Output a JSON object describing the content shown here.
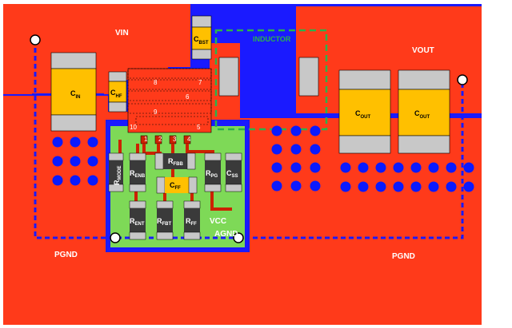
{
  "colors": {
    "background": "#ffffff",
    "top_copper": "#ff3a1a",
    "top_copper_dark": "#e8201a",
    "bottom_copper": "#1a1aff",
    "agnd_fill": "#7ed957",
    "pad_yellow": "#ffc000",
    "pad_gray": "#c8c8c8",
    "resistor_body": "#3a3a3a",
    "via": "#0a1aff",
    "keepout": "#2bb24c",
    "trace": "#cc2200"
  },
  "nets": {
    "vin": "VIN",
    "vout": "VOUT",
    "pgnd_left": "PGND",
    "pgnd_right": "PGND",
    "agnd": "AGND",
    "vcc": "VCC",
    "inductor": "INDUCTOR"
  },
  "components": {
    "cin": {
      "main": "C",
      "sub": "IN"
    },
    "chf": {
      "main": "C",
      "sub": "HF"
    },
    "cbst": {
      "main": "C",
      "sub": "BST"
    },
    "cout1": {
      "main": "C",
      "sub": "OUT"
    },
    "cout2": {
      "main": "C",
      "sub": "OUT"
    },
    "rmode": {
      "main": "R",
      "sub": "MODE"
    },
    "renb": {
      "main": "R",
      "sub": "ENB"
    },
    "rfbb": {
      "main": "R",
      "sub": "FBB"
    },
    "cff": {
      "main": "C",
      "sub": "FF"
    },
    "rpg": {
      "main": "R",
      "sub": "PG"
    },
    "css": {
      "main": "C",
      "sub": "SS"
    },
    "rent": {
      "main": "R",
      "sub": "ENT"
    },
    "rfbt": {
      "main": "R",
      "sub": "FBT"
    },
    "rff": {
      "main": "R",
      "sub": "FF"
    }
  },
  "ic_pins": [
    "8",
    "7",
    "6",
    "9",
    "10",
    "5",
    "1",
    "2",
    "3",
    "4"
  ]
}
